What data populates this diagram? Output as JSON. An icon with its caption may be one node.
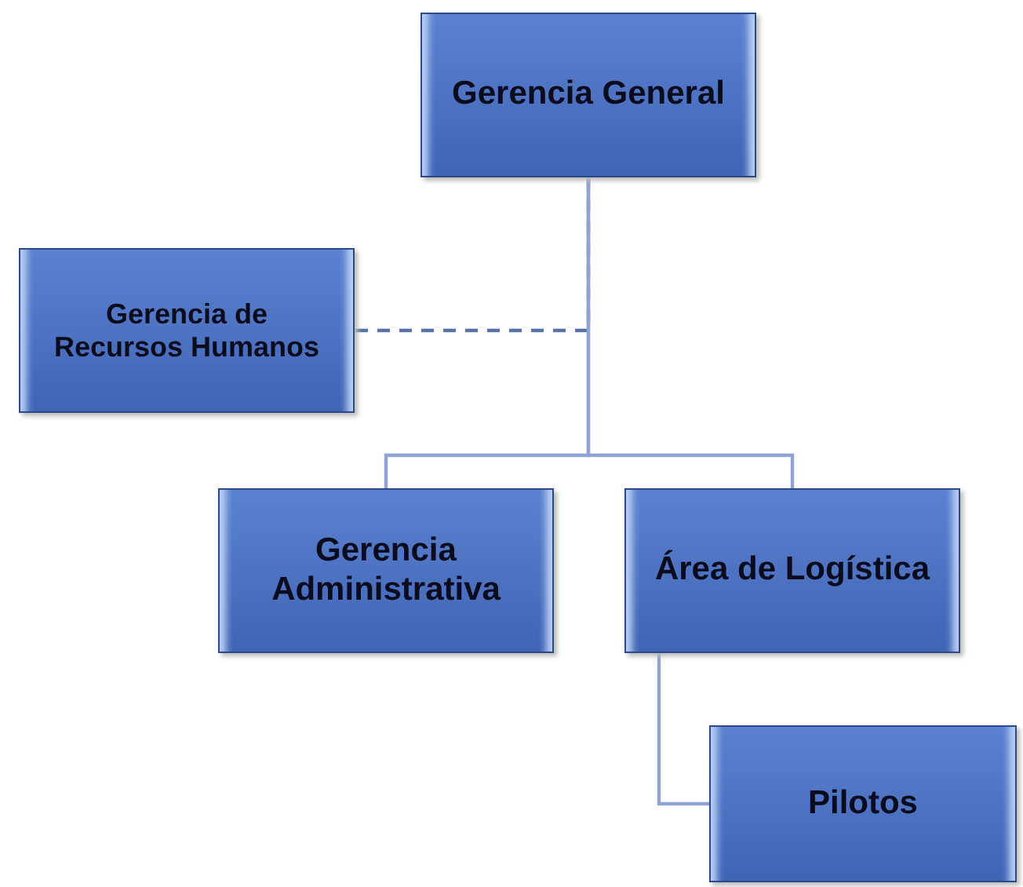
{
  "diagram": {
    "nodes": [
      {
        "text": [
          "Gerencia General"
        ]
      },
      {
        "text": [
          "Gerencia de Recursos Humanos"
        ]
      },
      {
        "text": [
          "Gerencia Administrativa"
        ]
      },
      {
        "text": [
          "Área de Logística"
        ]
      },
      {
        "text": [
          "Pilotos"
        ]
      }
    ],
    "edges": [
      {
        "from": 0,
        "to": 1,
        "arrow": "none",
        "style": "dashed"
      },
      {
        "from": 0,
        "to": 2,
        "arrow": "none"
      },
      {
        "from": 0,
        "to": 3,
        "arrow": "none"
      },
      {
        "from": 3,
        "to": 4,
        "arrow": "none"
      }
    ]
  }
}
